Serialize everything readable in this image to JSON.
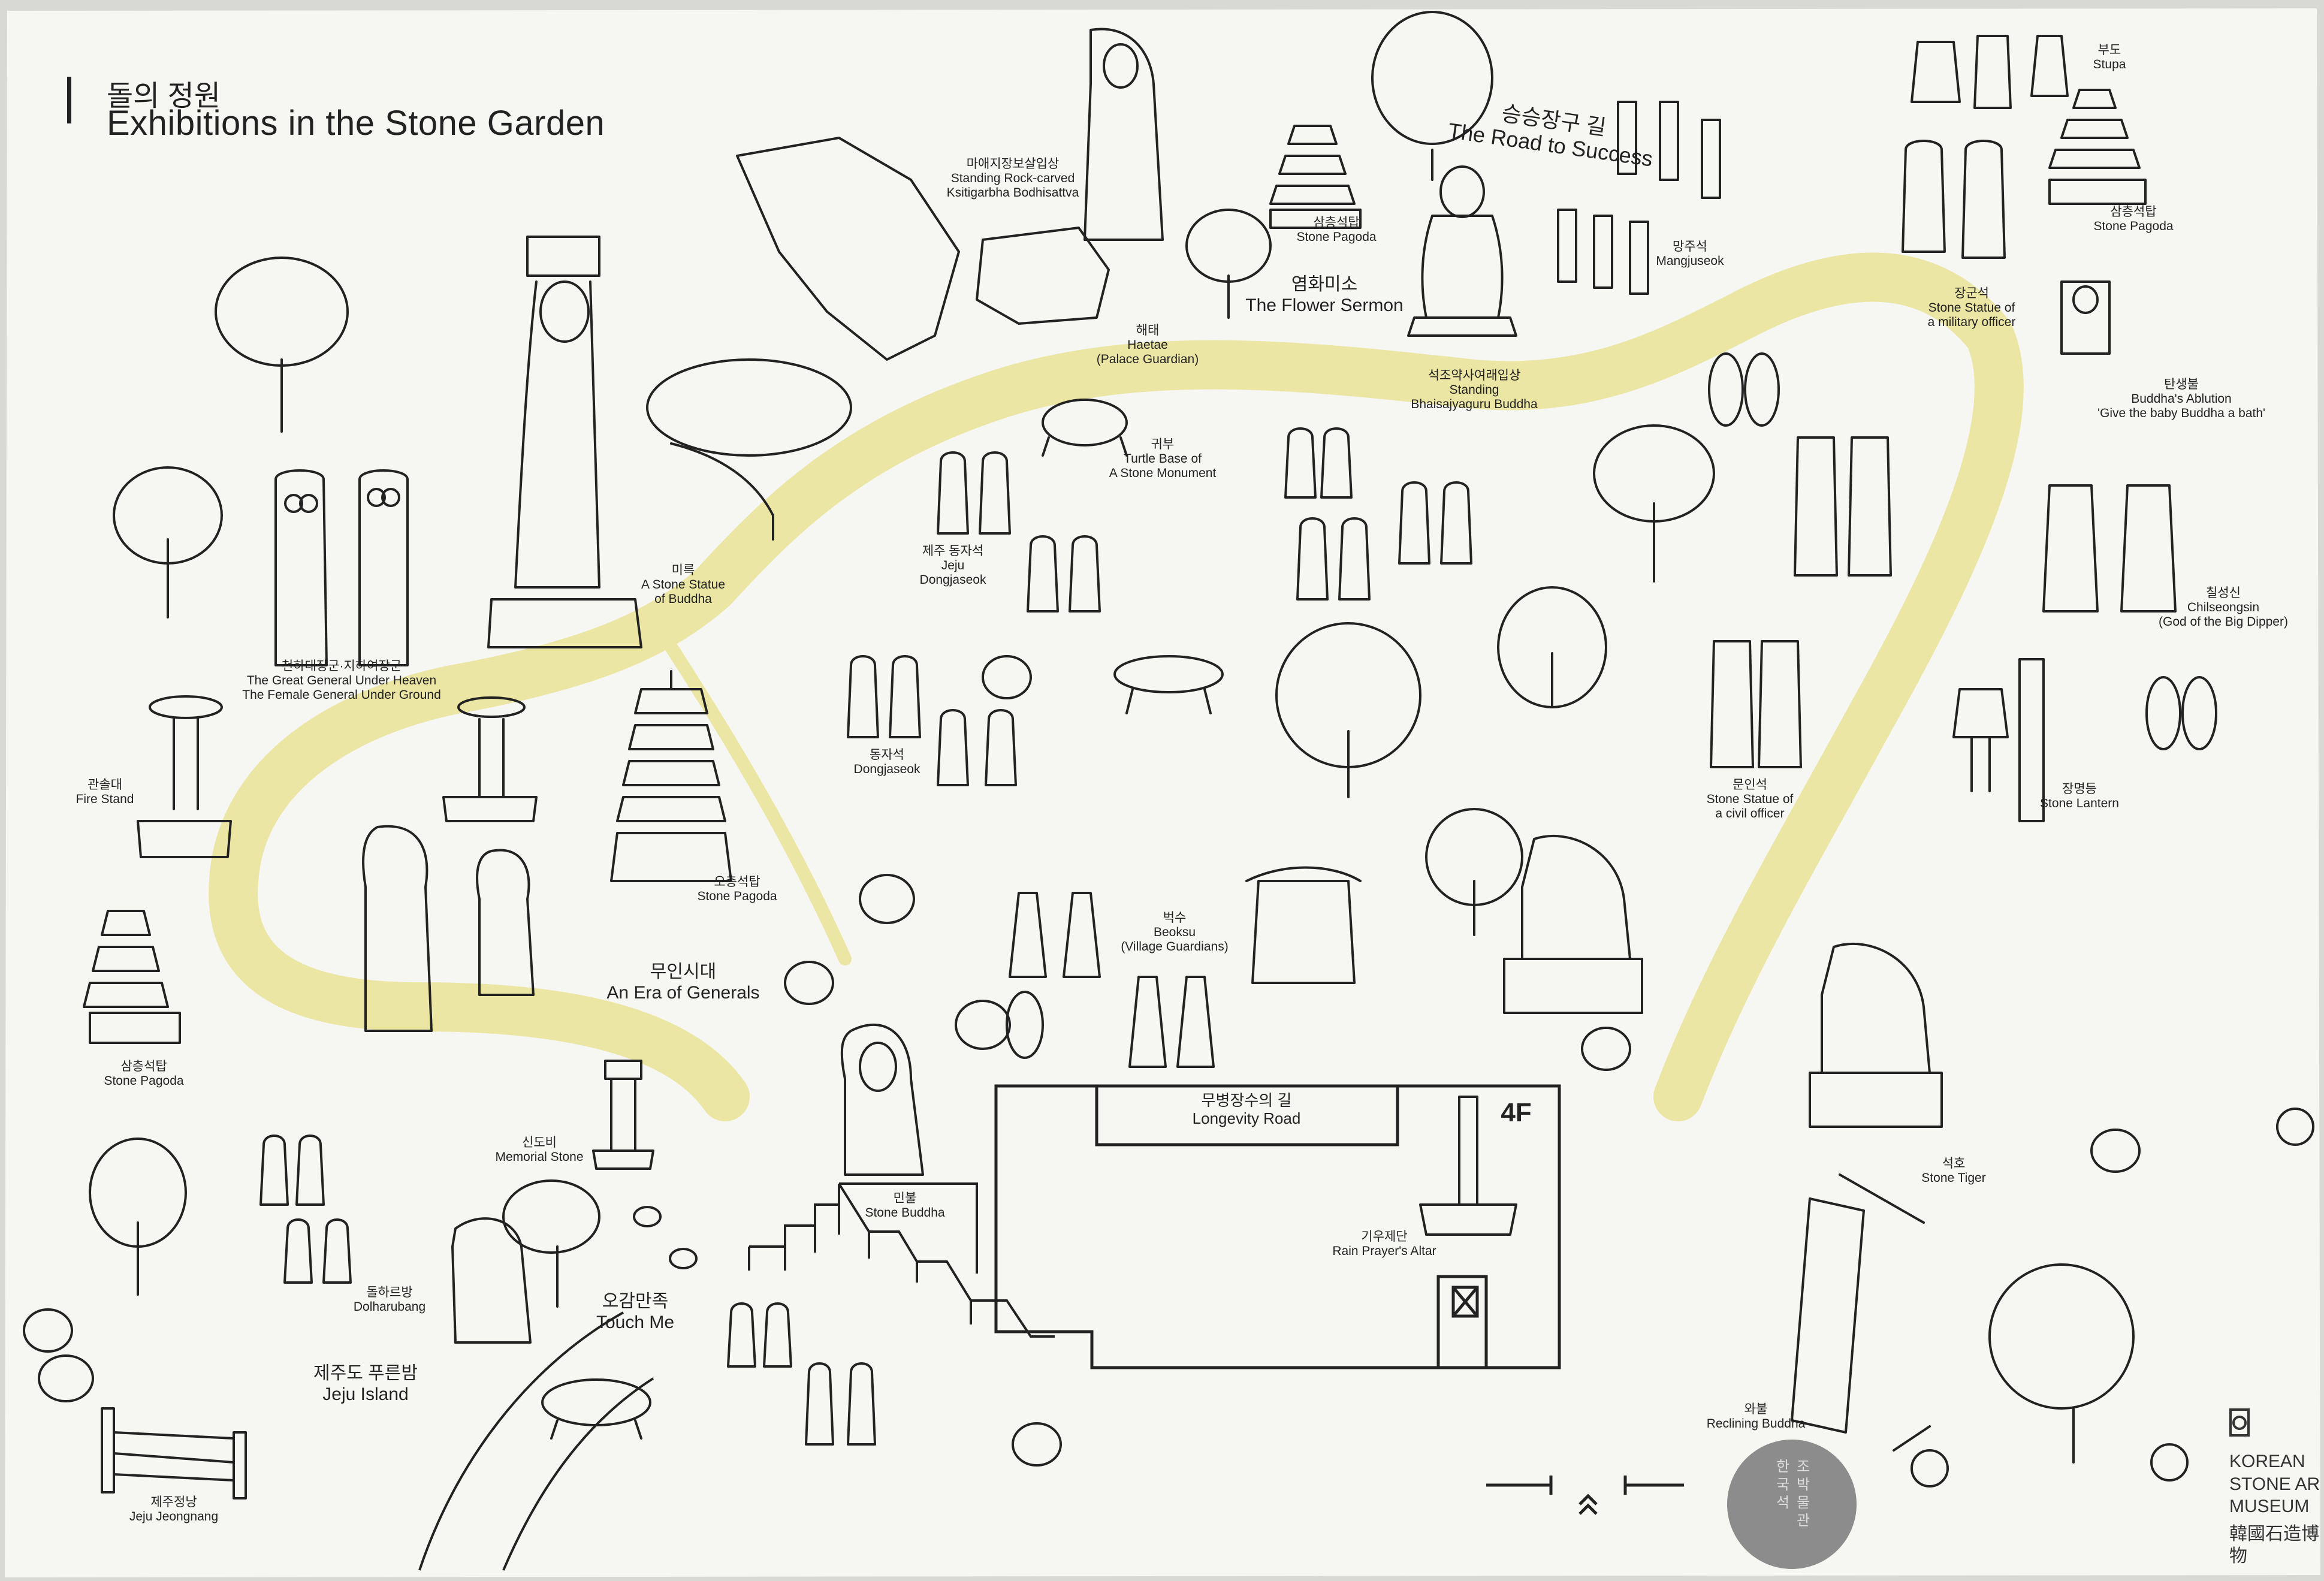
{
  "title": {
    "ko": "돌의 정원",
    "en": "Exhibitions in the Stone Garden"
  },
  "labels": {
    "road_success": {
      "ko": "승승장구 길",
      "en": "The Road to Success"
    },
    "flower_sermon": {
      "ko": "염화미소",
      "en": "The Flower Sermon"
    },
    "era_generals": {
      "ko": "무인시대",
      "en": "An Era of Generals"
    },
    "touch_me": {
      "ko": "오감만족",
      "en": "Touch Me"
    },
    "jeju_island": {
      "ko": "제주도 푸른밤",
      "en": "Jeju Island"
    },
    "longevity": {
      "ko": "무병장수의 길",
      "en": "Longevity Road"
    },
    "floor": "4F",
    "stupa": {
      "ko": "부도",
      "en": "Stupa"
    },
    "pagoda_top": {
      "ko": "삼층석탑",
      "en": "Stone Pagoda"
    },
    "pagoda_right": {
      "ko": "삼층석탑",
      "en": "Stone Pagoda"
    },
    "maae": {
      "ko": "마애지장보살입상",
      "en1": "Standing Rock-carved",
      "en2": "Ksitigarbha Bodhisattva"
    },
    "haetae": {
      "ko": "해태",
      "en1": "Haetae",
      "en2": "(Palace Guardian)"
    },
    "mangjuseok": {
      "ko": "망주석",
      "en": "Mangjuseok"
    },
    "military": {
      "ko": "장군석",
      "en1": "Stone Statue of",
      "en2": "a military officer"
    },
    "bhaisajya": {
      "ko": "석조약사여래입상",
      "en1": "Standing",
      "en2": "Bhaisajyaguru Buddha"
    },
    "ablution": {
      "ko": "탄생불",
      "en1": "Buddha's Ablution",
      "en2": "'Give the baby Buddha a bath'"
    },
    "turtle": {
      "ko": "귀부",
      "en1": "Turtle Base of",
      "en2": "A Stone Monument"
    },
    "mireuk": {
      "ko": "미륵",
      "en1": "A Stone Statue",
      "en2": "of Buddha"
    },
    "generals": {
      "ko": "천하대장군·지하여장군",
      "en1": "The Great General Under Heaven",
      "en2": "The Female General Under Ground"
    },
    "jeju_dong": {
      "ko": "제주 동자석",
      "en1": "Jeju",
      "en2": "Dongjaseok"
    },
    "chilseong": {
      "ko": "칠성신",
      "en1": "Chilseongsin",
      "en2": "(God of the Big Dipper)"
    },
    "fire_stand": {
      "ko": "관솔대",
      "en": "Fire Stand"
    },
    "dongjaseok": {
      "ko": "동자석",
      "en": "Dongjaseok"
    },
    "civil": {
      "ko": "문인석",
      "en1": "Stone Statue of",
      "en2": "a civil officer"
    },
    "lantern": {
      "ko": "장명등",
      "en": "Stone Lantern"
    },
    "ocheung": {
      "ko": "오층석탑",
      "en": "Stone Pagoda"
    },
    "beoksu": {
      "ko": "벅수",
      "en1": "Beoksu",
      "en2": "(Village Guardians)"
    },
    "samcheung_left": {
      "ko": "삼층석탑",
      "en": "Stone Pagoda"
    },
    "memorial": {
      "ko": "신도비",
      "en": "Memorial Stone"
    },
    "stone_buddha": {
      "ko": "민불",
      "en": "Stone Buddha"
    },
    "rain_altar": {
      "ko": "기우제단",
      "en": "Rain Prayer's Altar"
    },
    "stone_tiger": {
      "ko": "석호",
      "en": "Stone Tiger"
    },
    "dolharubang": {
      "ko": "돌하르방",
      "en": "Dolharubang"
    },
    "reclining": {
      "ko": "와불",
      "en": "Reclining Buddha"
    },
    "jeongnang": {
      "ko": "제주정낭",
      "en": "Jeju Jeongnang"
    }
  },
  "museum": {
    "line1": "KOREAN",
    "line2": "STONE AR",
    "line3": "MUSEUM",
    "line4": "韓國石造博物"
  },
  "badge_text": "한국석조박물관",
  "colors": {
    "path": "#ebe6a4",
    "paper": "#f6f6f2",
    "ink": "#222222",
    "badge": "#8c8c8c"
  }
}
